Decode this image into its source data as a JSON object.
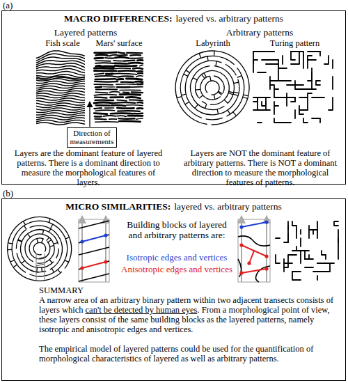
{
  "diagram": {
    "nodes": [
      {
        "text": [
          "(a)",
          "MACRO DIFFERENCES:",
          "layered vs. arbitrary patterns",
          "Layered patterns",
          "Fish scale",
          "Mars' surface",
          "Direction of measurements",
          "Arbitrary patterns",
          "Labyrinth",
          "Turing pattern",
          "Layers are the dominant feature of layered patterns. There is a dominant direction to measure the morphological features of layers.",
          "Layers are NOT the dominant feature of arbitrary patterns. There is NOT a dominant direction to measure the morphological features of patterns."
        ]
      },
      {
        "text": [
          "(b)",
          "MICRO SIMILARITIES:",
          "layered vs. arbitrary patterns",
          "Building blocks of layered and arbitrary patterns are:",
          "Isotropic edges and vertices",
          "Anisotropic edges and vertices",
          "SUMMARY",
          "A narrow area of an arbitrary binary pattern within two adjacent transects consists of layers which",
          "can't be detected by human eyes",
          ". From a morphological point of view, these layers consist of the same building blocks as the layered patterns, namely isotropic and anisotropic edges and vertices.",
          "The empirical model of layered patterns could be used for the quantification of morphological characteristics of layered as well as arbitrary patterns."
        ]
      }
    ]
  }
}
